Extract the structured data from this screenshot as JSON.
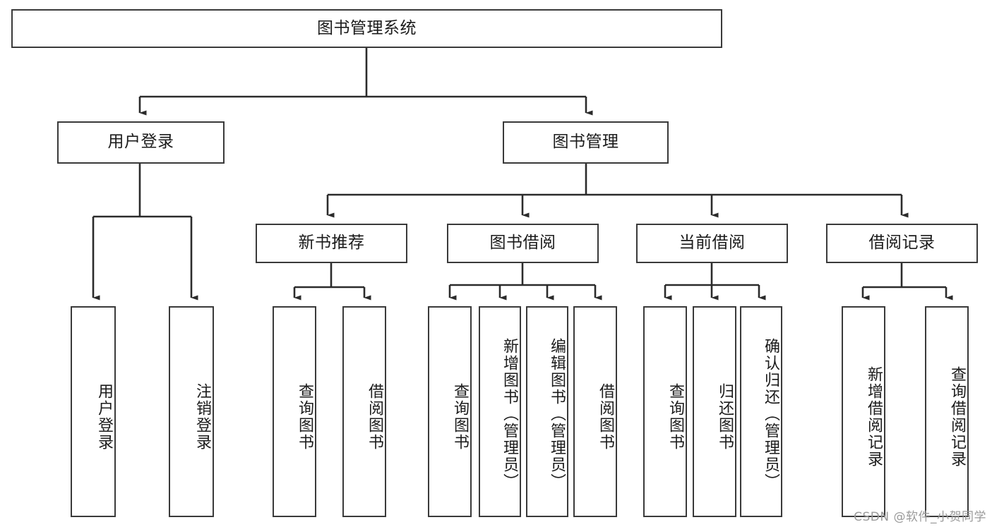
{
  "diagram": {
    "title": "图书管理系统",
    "watermark": "CSDN @软件_小贺同学",
    "colors": {
      "box_border": "#3a3a3a",
      "edge": "#2b2b2b",
      "background": "#ffffff",
      "text": "#1b1b1b",
      "watermark": "#9a9a9a"
    },
    "type": "tree",
    "levels": {
      "root": {
        "label": "图书管理系统"
      },
      "level2": [
        {
          "label": "用户登录"
        },
        {
          "label": "图书管理"
        }
      ],
      "level3": [
        {
          "label": "新书推荐"
        },
        {
          "label": "图书借阅"
        },
        {
          "label": "当前借阅"
        },
        {
          "label": "借阅记录"
        }
      ]
    },
    "nodes": {
      "root": "图书管理系统",
      "user_login": "用户登录",
      "book_manage": "图书管理",
      "new_book_rec": "新书推荐",
      "book_borrow": "图书借阅",
      "current_borrow": "当前借阅",
      "borrow_record": "借阅记录",
      "leaf_user_login": "用户登录",
      "leaf_logout": "注销登录",
      "leaf_query_book_1": "查询图书",
      "leaf_borrow_book_1": "借阅图书",
      "leaf_query_book_2": "查询图书",
      "leaf_add_book": "新增图书（管理员）",
      "leaf_edit_book": "编辑图书（管理员）",
      "leaf_borrow_book_2": "借阅图书",
      "leaf_query_book_3": "查询图书",
      "leaf_return_book": "归还图书",
      "leaf_confirm_return": "确认归还（管理员）",
      "leaf_add_record": "新增借阅记录",
      "leaf_query_record": "查询借阅记录"
    }
  }
}
